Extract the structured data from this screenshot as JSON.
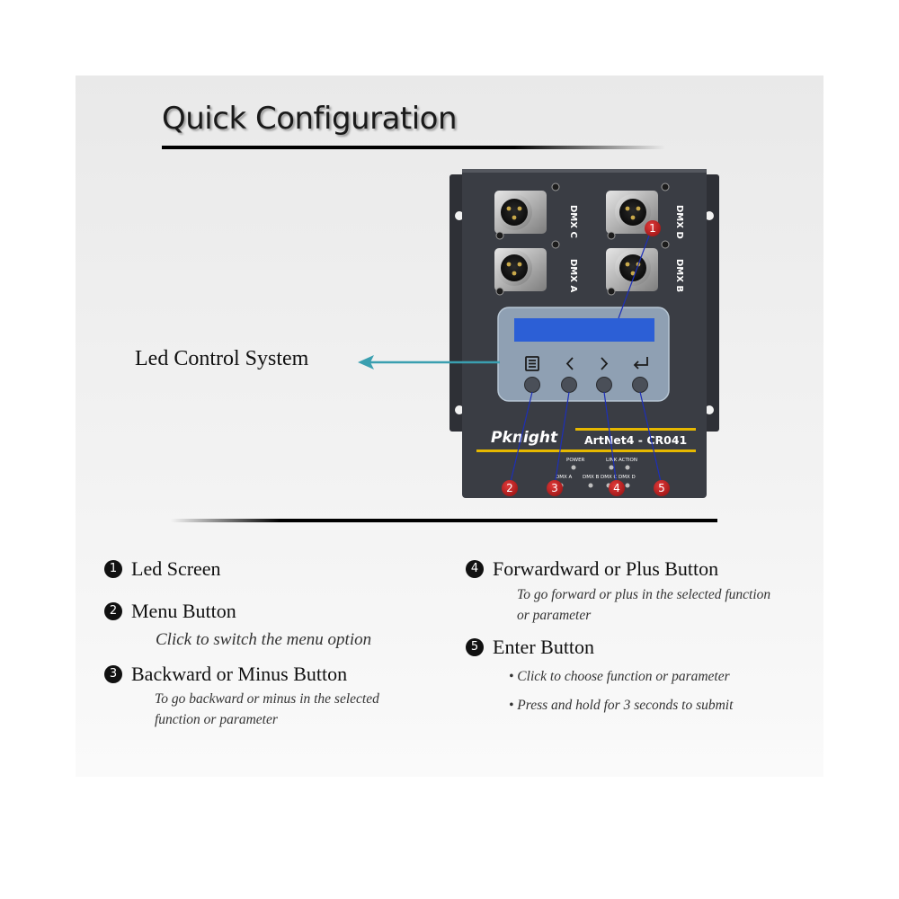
{
  "heading": "Quick Configuration",
  "pointer_label": "Led Control System",
  "device": {
    "brand": "Pknight",
    "model": "ArtNet4 - CR041",
    "ports": [
      "DMX C",
      "DMX D",
      "DMX A",
      "DMX B"
    ],
    "indicators": {
      "power": "POWER",
      "link": "LINK",
      "action": "ACTION",
      "dmx_a": "DMX A",
      "dmx_b": "DMX B",
      "dmx_c": "DMX C",
      "dmx_d": "DMX D"
    },
    "callouts": [
      "1",
      "2",
      "3",
      "4",
      "5"
    ]
  },
  "legend": [
    {
      "number": "1",
      "title": "Led Screen",
      "lines": []
    },
    {
      "number": "2",
      "title": "Menu Button",
      "lines": [
        "Click to switch the menu option"
      ]
    },
    {
      "number": "3",
      "title": "Backward or Minus Button",
      "lines": [
        "To go backward or minus in the selected",
        "function or parameter"
      ]
    },
    {
      "number": "4",
      "title": "Forwardward or Plus Button",
      "lines": [
        "To go forward or plus in the selected function",
        "or parameter"
      ]
    },
    {
      "number": "5",
      "title": "Enter Button",
      "lines": [
        "• Click to choose function or parameter",
        "• Press and hold for 3 seconds to submit"
      ]
    }
  ],
  "colors": {
    "pointer_arrow": "#3a9fb0",
    "callout": "#b31616",
    "device_body": "#3a3d44",
    "lcd": "#2c5fd6",
    "trim": "#e6b800"
  }
}
